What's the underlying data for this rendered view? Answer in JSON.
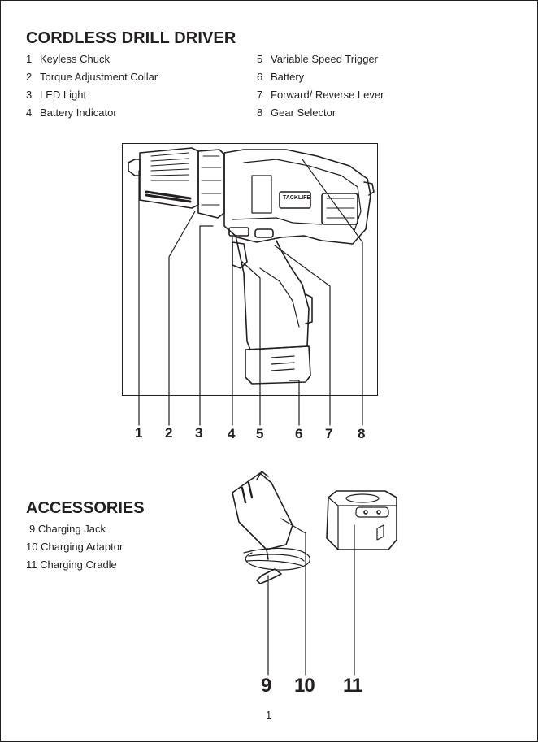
{
  "section_title": "CORDLESS DRILL DRIVER",
  "parts_left": [
    {
      "num": "1",
      "label": "Keyless Chuck"
    },
    {
      "num": "2",
      "label": "Torque Adjustment Collar"
    },
    {
      "num": "3",
      "label": "LED Light"
    },
    {
      "num": "4",
      "label": "Battery Indicator"
    }
  ],
  "parts_right": [
    {
      "num": "5",
      "label": "Variable Speed Trigger"
    },
    {
      "num": "6",
      "label": "Battery"
    },
    {
      "num": "7",
      "label": "Forward/ Reverse Lever"
    },
    {
      "num": "8",
      "label": "Gear Selector"
    }
  ],
  "drill_callouts": [
    "1",
    "2",
    "3",
    "4",
    "5",
    "6",
    "7",
    "8"
  ],
  "drill_logo": "TACKLIFE",
  "accessories_title": "ACCESSORIES",
  "accessories": [
    {
      "num": "9",
      "label": "Charging Jack"
    },
    {
      "num": "10",
      "label": "Charging Adaptor"
    },
    {
      "num": "11",
      "label": "Charging Cradle"
    }
  ],
  "accessory_callouts": [
    "9",
    "10",
    "11"
  ],
  "page_number": "1"
}
